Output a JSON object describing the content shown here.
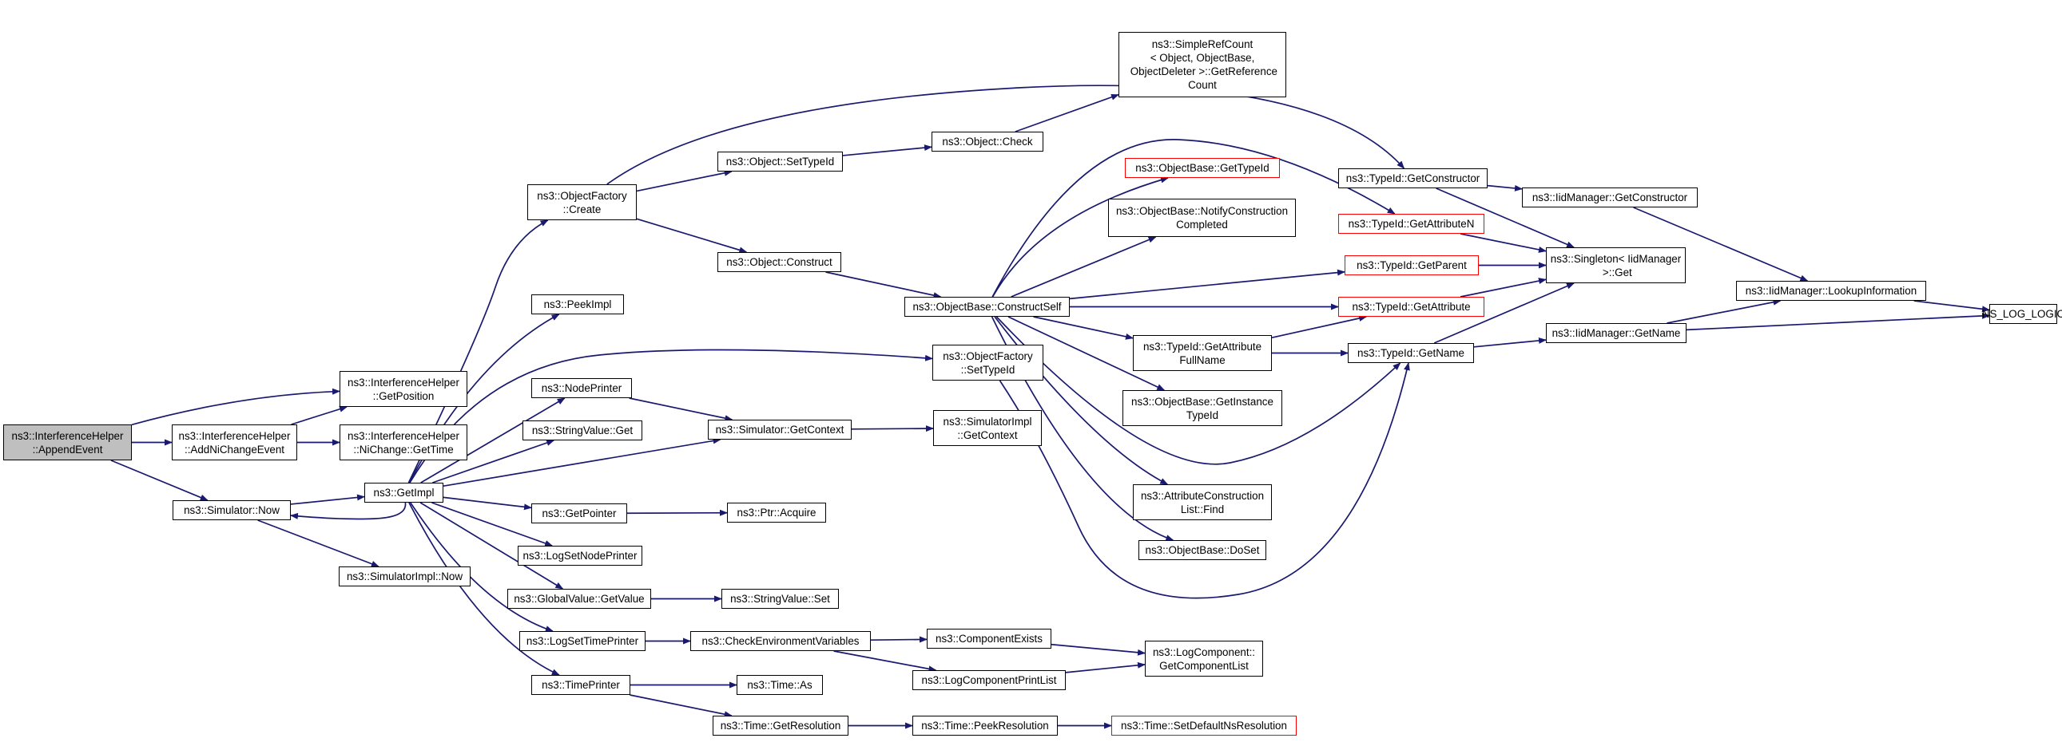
{
  "graph": {
    "edge_color": "#191970",
    "root_fill": "#bfbfbf",
    "truncated_border_color": "#ff0000",
    "nodes": [
      {
        "id": "append_event",
        "label": "ns3::InterferenceHelper\n::AppendEvent",
        "root": true
      },
      {
        "id": "add_ni_change_event",
        "label": "ns3::InterferenceHelper\n::AddNiChangeEvent"
      },
      {
        "id": "get_position",
        "label": "ns3::InterferenceHelper\n::GetPosition"
      },
      {
        "id": "ni_change_get_time",
        "label": "ns3::InterferenceHelper\n::NiChange::GetTime"
      },
      {
        "id": "simulator_now",
        "label": "ns3::Simulator::Now"
      },
      {
        "id": "simulator_impl_now",
        "label": "ns3::SimulatorImpl::Now"
      },
      {
        "id": "get_impl",
        "label": "ns3::GetImpl"
      },
      {
        "id": "object_factory_create",
        "label": "ns3::ObjectFactory\n::Create"
      },
      {
        "id": "peek_impl",
        "label": "ns3::PeekImpl"
      },
      {
        "id": "node_printer",
        "label": "ns3::NodePrinter"
      },
      {
        "id": "string_value_get",
        "label": "ns3::StringValue::Get"
      },
      {
        "id": "get_pointer",
        "label": "ns3::GetPointer"
      },
      {
        "id": "log_set_node_printer",
        "label": "ns3::LogSetNodePrinter"
      },
      {
        "id": "global_value_get_value",
        "label": "ns3::GlobalValue::GetValue"
      },
      {
        "id": "log_set_time_printer",
        "label": "ns3::LogSetTimePrinter"
      },
      {
        "id": "time_printer",
        "label": "ns3::TimePrinter"
      },
      {
        "id": "object_set_type_id",
        "label": "ns3::Object::SetTypeId"
      },
      {
        "id": "object_construct",
        "label": "ns3::Object::Construct"
      },
      {
        "id": "simulator_get_context",
        "label": "ns3::Simulator::GetContext"
      },
      {
        "id": "ptr_acquire",
        "label": "ns3::Ptr::Acquire"
      },
      {
        "id": "string_value_set",
        "label": "ns3::StringValue::Set"
      },
      {
        "id": "check_environment_variables",
        "label": "ns3::CheckEnvironmentVariables"
      },
      {
        "id": "time_as",
        "label": "ns3::Time::As"
      },
      {
        "id": "time_get_resolution",
        "label": "ns3::Time::GetResolution"
      },
      {
        "id": "object_check",
        "label": "ns3::Object::Check"
      },
      {
        "id": "object_base_construct_self",
        "label": "ns3::ObjectBase::ConstructSelf"
      },
      {
        "id": "object_factory_set_type_id",
        "label": "ns3::ObjectFactory\n::SetTypeId"
      },
      {
        "id": "simulator_impl_get_context",
        "label": "ns3::SimulatorImpl\n::GetContext"
      },
      {
        "id": "component_exists",
        "label": "ns3::ComponentExists"
      },
      {
        "id": "log_component_print_list",
        "label": "ns3::LogComponentPrintList"
      },
      {
        "id": "time_peek_resolution",
        "label": "ns3::Time::PeekResolution"
      },
      {
        "id": "simple_ref_count_get_reference_count",
        "label": "ns3::SimpleRefCount\n< Object, ObjectBase,\n ObjectDeleter >::GetReference\nCount"
      },
      {
        "id": "object_base_get_type_id",
        "label": "ns3::ObjectBase::GetTypeId",
        "truncated": true
      },
      {
        "id": "object_base_notify_construction_completed",
        "label": "ns3::ObjectBase::NotifyConstruction\nCompleted"
      },
      {
        "id": "type_id_get_attribute_full_name",
        "label": "ns3::TypeId::GetAttribute\nFullName"
      },
      {
        "id": "object_base_get_instance_type_id",
        "label": "ns3::ObjectBase::GetInstance\nTypeId"
      },
      {
        "id": "attribute_construction_list_find",
        "label": "ns3::AttributeConstruction\nList::Find"
      },
      {
        "id": "object_base_do_set",
        "label": "ns3::ObjectBase::DoSet"
      },
      {
        "id": "log_component_get_component_list",
        "label": "ns3::LogComponent::\nGetComponentList"
      },
      {
        "id": "time_set_default_ns_resolution",
        "label": "ns3::Time::SetDefaultNsResolution",
        "truncated": true
      },
      {
        "id": "type_id_get_constructor",
        "label": "ns3::TypeId::GetConstructor"
      },
      {
        "id": "type_id_get_attribute_n",
        "label": "ns3::TypeId::GetAttributeN",
        "truncated": true
      },
      {
        "id": "type_id_get_parent",
        "label": "ns3::TypeId::GetParent",
        "truncated": true
      },
      {
        "id": "type_id_get_attribute",
        "label": "ns3::TypeId::GetAttribute",
        "truncated": true
      },
      {
        "id": "type_id_get_name",
        "label": "ns3::TypeId::GetName"
      },
      {
        "id": "iid_manager_get_constructor",
        "label": "ns3::IidManager::GetConstructor"
      },
      {
        "id": "singleton_iid_manager_get",
        "label": "ns3::Singleton< IidManager\n >::Get"
      },
      {
        "id": "iid_manager_get_name",
        "label": "ns3::IidManager::GetName"
      },
      {
        "id": "iid_manager_lookup_information",
        "label": "ns3::IidManager::LookupInformation"
      },
      {
        "id": "ns_log_logic",
        "label": "NS_LOG_LOGIC"
      }
    ],
    "edges": [
      [
        "append_event",
        "add_ni_change_event"
      ],
      [
        "append_event",
        "get_position"
      ],
      [
        "append_event",
        "simulator_now"
      ],
      [
        "add_ni_change_event",
        "get_position"
      ],
      [
        "add_ni_change_event",
        "ni_change_get_time"
      ],
      [
        "simulator_now",
        "get_impl"
      ],
      [
        "simulator_now",
        "simulator_impl_now"
      ],
      [
        "get_impl",
        "simulator_now"
      ],
      [
        "get_impl",
        "object_factory_create"
      ],
      [
        "get_impl",
        "peek_impl"
      ],
      [
        "get_impl",
        "node_printer"
      ],
      [
        "get_impl",
        "string_value_get"
      ],
      [
        "get_impl",
        "get_pointer"
      ],
      [
        "get_impl",
        "log_set_node_printer"
      ],
      [
        "get_impl",
        "global_value_get_value"
      ],
      [
        "get_impl",
        "log_set_time_printer"
      ],
      [
        "get_impl",
        "time_printer"
      ],
      [
        "get_impl",
        "object_factory_set_type_id"
      ],
      [
        "get_impl",
        "simulator_get_context"
      ],
      [
        "object_factory_create",
        "object_set_type_id"
      ],
      [
        "object_factory_create",
        "object_construct"
      ],
      [
        "object_factory_create",
        "type_id_get_constructor"
      ],
      [
        "object_set_type_id",
        "object_check"
      ],
      [
        "object_check",
        "simple_ref_count_get_reference_count"
      ],
      [
        "object_construct",
        "object_base_construct_self"
      ],
      [
        "node_printer",
        "simulator_get_context"
      ],
      [
        "simulator_get_context",
        "simulator_impl_get_context"
      ],
      [
        "get_pointer",
        "ptr_acquire"
      ],
      [
        "global_value_get_value",
        "string_value_set"
      ],
      [
        "log_set_time_printer",
        "check_environment_variables"
      ],
      [
        "check_environment_variables",
        "component_exists"
      ],
      [
        "check_environment_variables",
        "log_component_print_list"
      ],
      [
        "component_exists",
        "log_component_get_component_list"
      ],
      [
        "log_component_print_list",
        "log_component_get_component_list"
      ],
      [
        "time_printer",
        "time_as"
      ],
      [
        "time_printer",
        "time_get_resolution"
      ],
      [
        "time_get_resolution",
        "time_peek_resolution"
      ],
      [
        "time_peek_resolution",
        "time_set_default_ns_resolution"
      ],
      [
        "object_base_construct_self",
        "object_base_get_type_id"
      ],
      [
        "object_base_construct_self",
        "object_base_notify_construction_completed"
      ],
      [
        "object_base_construct_self",
        "type_id_get_attribute_n"
      ],
      [
        "object_base_construct_self",
        "type_id_get_parent"
      ],
      [
        "object_base_construct_self",
        "type_id_get_attribute"
      ],
      [
        "object_base_construct_self",
        "type_id_get_attribute_full_name"
      ],
      [
        "object_base_construct_self",
        "object_base_get_instance_type_id"
      ],
      [
        "object_base_construct_self",
        "attribute_construction_list_find"
      ],
      [
        "object_base_construct_self",
        "object_base_do_set"
      ],
      [
        "object_base_construct_self",
        "type_id_get_name"
      ],
      [
        "object_factory_set_type_id",
        "type_id_get_name"
      ],
      [
        "type_id_get_attribute_full_name",
        "type_id_get_attribute"
      ],
      [
        "type_id_get_attribute_full_name",
        "type_id_get_name"
      ],
      [
        "type_id_get_constructor",
        "iid_manager_get_constructor"
      ],
      [
        "type_id_get_constructor",
        "singleton_iid_manager_get"
      ],
      [
        "type_id_get_attribute_n",
        "singleton_iid_manager_get"
      ],
      [
        "type_id_get_parent",
        "singleton_iid_manager_get"
      ],
      [
        "type_id_get_attribute",
        "singleton_iid_manager_get"
      ],
      [
        "type_id_get_name",
        "singleton_iid_manager_get"
      ],
      [
        "type_id_get_name",
        "iid_manager_get_name"
      ],
      [
        "iid_manager_get_constructor",
        "iid_manager_lookup_information"
      ],
      [
        "iid_manager_get_name",
        "iid_manager_lookup_information"
      ],
      [
        "iid_manager_get_name",
        "ns_log_logic"
      ],
      [
        "iid_manager_lookup_information",
        "ns_log_logic"
      ]
    ]
  }
}
